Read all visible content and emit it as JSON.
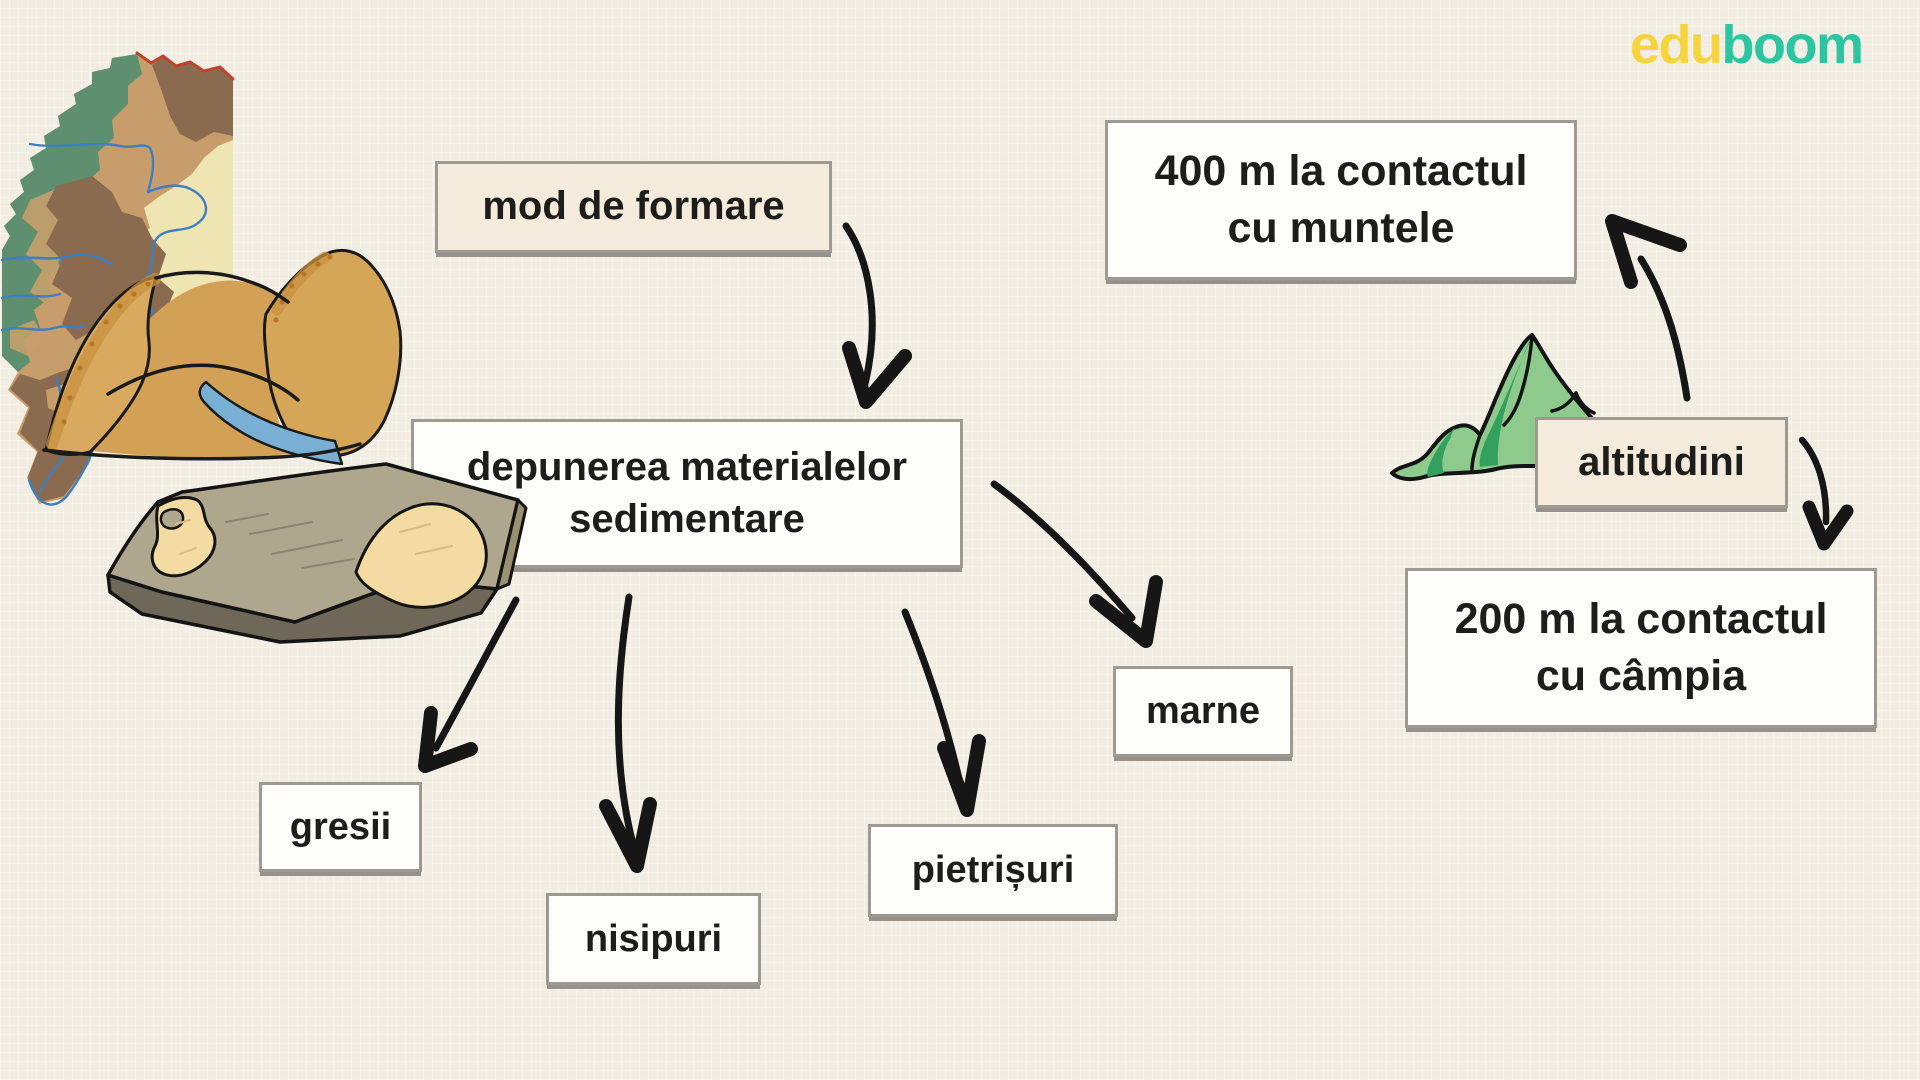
{
  "logo": {
    "edu": "edu",
    "boom": "boom"
  },
  "diagram": {
    "mod_de_formare": {
      "label": "mod de formare"
    },
    "depunerea": {
      "line1": "depunerea materialelor",
      "line2": "sedimentare"
    },
    "gresii": {
      "label": "gresii"
    },
    "nisipuri": {
      "label": "nisipuri"
    },
    "pietrisuri": {
      "label": "pietrișuri"
    },
    "marne": {
      "label": "marne"
    },
    "altitudine_400": {
      "line1": "400 m la contactul",
      "line2": "cu muntele"
    },
    "altitudini": {
      "label": "altitudini"
    },
    "altitudine_200": {
      "line1": "200 m la contactul",
      "line2": "cu câmpia"
    }
  },
  "arrows": [
    {
      "name": "arrow-mod-to-depunere",
      "from": "mod de formare",
      "to": "depunerea materialelor sedimentare"
    },
    {
      "name": "arrow-depunere-to-gresii",
      "from": "depunerea materialelor sedimentare",
      "to": "gresii"
    },
    {
      "name": "arrow-depunere-to-nisipuri",
      "from": "depunerea materialelor sedimentare",
      "to": "nisipuri"
    },
    {
      "name": "arrow-depunere-to-pietrisuri",
      "from": "depunerea materialelor sedimentare",
      "to": "pietrișuri"
    },
    {
      "name": "arrow-depunere-to-marne",
      "from": "depunerea materialelor sedimentare",
      "to": "marne"
    },
    {
      "name": "arrow-altitudini-to-400",
      "from": "altitudini",
      "to": "400 m la contactul cu muntele"
    },
    {
      "name": "arrow-altitudini-to-200",
      "from": "altitudini",
      "to": "200 m la contactul cu câmpia"
    }
  ],
  "illustrations": {
    "map": "geological-map-fragment",
    "hills": "piedmont-hills-with-river",
    "rock_slab": "sedimentary-rock-slab",
    "mountain": "green-mountain"
  },
  "colors": {
    "background": "#F2EDE2",
    "box_white": "#FDFDFA",
    "box_beige": "#F4EBDC",
    "box_border": "#9E9A91",
    "box_shadow": "#96918B",
    "text": "#1D1D1B",
    "arrow": "#161616",
    "logo_edu": "#F5D43E",
    "logo_boom": "#2BC5A1",
    "map_green": "#5E9070",
    "map_brown": "#8A6B50",
    "map_tan": "#C79E6B",
    "map_cream": "#EEE5B3",
    "map_border_red": "#C0432F",
    "river_blue": "#3E7FC1",
    "hill_tan": "#D5A558",
    "hill_orange": "#C8913D",
    "hill_river": "#79AFD3",
    "slab_gray": "#AEA68D",
    "slab_cream": "#F3DBA1",
    "slab_dark": "#6F6859",
    "slab_olive": "#9A9170",
    "mountain_green": "#8FCA8D",
    "mountain_dark_green": "#33A05E"
  }
}
